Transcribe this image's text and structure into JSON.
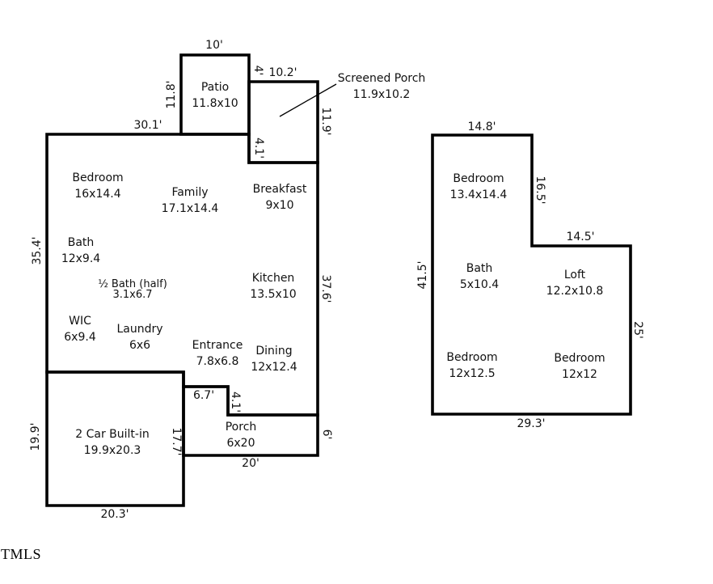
{
  "watermark": "TMLS",
  "colors": {
    "wall": "#000000",
    "text": "#111111",
    "background": "#ffffff"
  },
  "floor1": {
    "rooms": [
      {
        "id": "patio",
        "name": "Patio",
        "dims": "11.8x10"
      },
      {
        "id": "screened-porch",
        "name": "Screened Porch",
        "dims": "11.9x10.2"
      },
      {
        "id": "bedroom",
        "name": "Bedroom",
        "dims": "16x14.4"
      },
      {
        "id": "family",
        "name": "Family",
        "dims": "17.1x14.4"
      },
      {
        "id": "breakfast",
        "name": "Breakfast",
        "dims": "9x10"
      },
      {
        "id": "bath",
        "name": "Bath",
        "dims": "12x9.4"
      },
      {
        "id": "half-bath",
        "name": "½ Bath (half)",
        "dims": "3.1x6.7"
      },
      {
        "id": "kitchen",
        "name": "Kitchen",
        "dims": "13.5x10"
      },
      {
        "id": "wic",
        "name": "WIC",
        "dims": "6x9.4"
      },
      {
        "id": "laundry",
        "name": "Laundry",
        "dims": "6x6"
      },
      {
        "id": "entrance",
        "name": "Entrance",
        "dims": "7.8x6.8"
      },
      {
        "id": "dining",
        "name": "Dining",
        "dims": "12x12.4"
      },
      {
        "id": "garage",
        "name": "2 Car Built-in",
        "dims": "19.9x20.3"
      },
      {
        "id": "porch",
        "name": "Porch",
        "dims": "6x20"
      }
    ],
    "dims": [
      "10'",
      "11.8'",
      "4'",
      "10.2'",
      "11.9'",
      "4.1'",
      "30.1'",
      "35.4'",
      "37.6'",
      "6.7'",
      "4.1'",
      "19.9'",
      "17.7'",
      "20'",
      "6'",
      "20.3'"
    ]
  },
  "floor2": {
    "rooms": [
      {
        "id": "bedroom-1",
        "name": "Bedroom",
        "dims": "13.4x14.4"
      },
      {
        "id": "bath",
        "name": "Bath",
        "dims": "5x10.4"
      },
      {
        "id": "loft",
        "name": "Loft",
        "dims": "12.2x10.8"
      },
      {
        "id": "bedroom-2",
        "name": "Bedroom",
        "dims": "12x12.5"
      },
      {
        "id": "bedroom-3",
        "name": "Bedroom",
        "dims": "12x12"
      }
    ],
    "dims": [
      "14.8'",
      "16.5'",
      "14.5'",
      "41.5'",
      "25'",
      "29.3'"
    ]
  }
}
